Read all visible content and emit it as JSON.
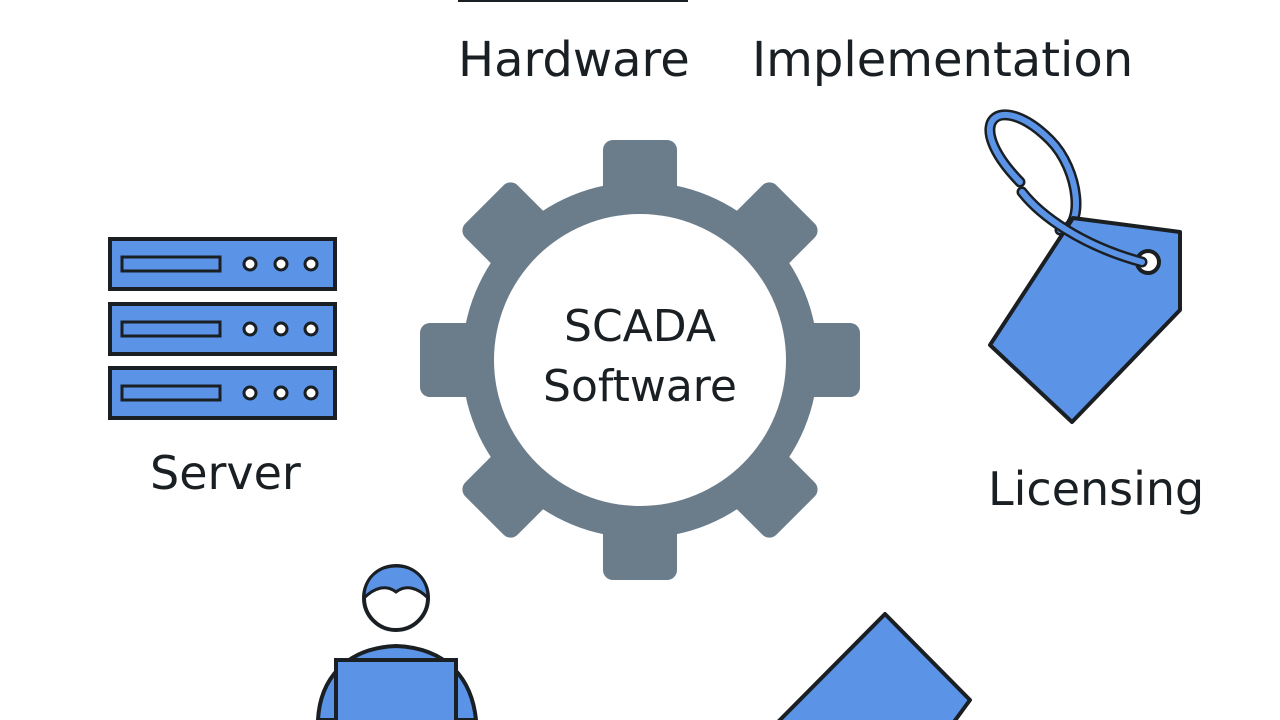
{
  "colors": {
    "accent_blue": "#5b93e6",
    "gear_gray": "#6b7c8a",
    "outline": "#1a1f24",
    "background": "#ffffff"
  },
  "center": {
    "line1": "SCADA",
    "line2": "Software",
    "icon": "gear-icon"
  },
  "nodes": {
    "hardware": {
      "label": "Hardware",
      "icon": "hardware-icon"
    },
    "implementation": {
      "label": "Implementation",
      "icon": "implementation-icon"
    },
    "server": {
      "label": "Server",
      "icon": "server-icon"
    },
    "licensing": {
      "label": "Licensing",
      "icon": "price-tag-icon"
    },
    "user": {
      "icon": "user-at-computer-icon"
    },
    "bottom_right": {
      "icon": "tag-icon"
    }
  }
}
